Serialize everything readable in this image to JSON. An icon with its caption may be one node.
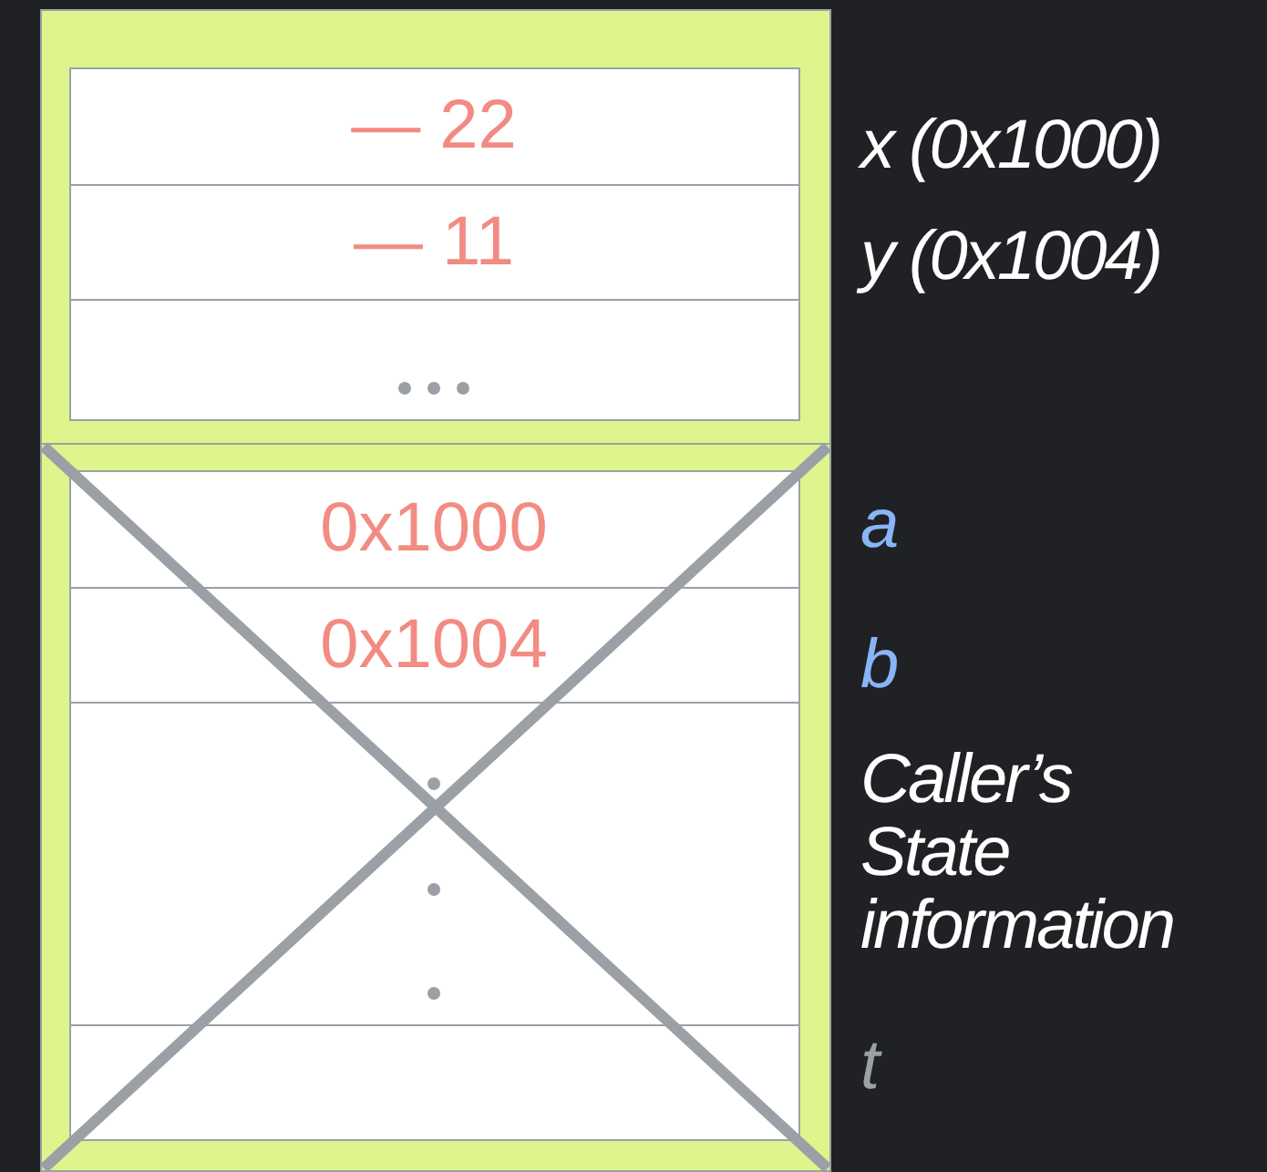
{
  "diagram": {
    "nodes": [
      {
        "text": [],
        "shape": "box"
      },
      {
        "text": [
          "— 22"
        ],
        "in": 0,
        "beside": [
          "x (0x1000)"
        ]
      },
      {
        "text": [
          "— 11"
        ],
        "in": 0,
        "beside": [
          "y (0x1004)"
        ]
      },
      {
        "text": [],
        "shape": "box",
        "in": 0
      },
      {
        "text": [],
        "shape": "box"
      },
      {
        "text": [
          "0x1000"
        ],
        "in": 4,
        "beside": [
          "a"
        ]
      },
      {
        "text": [
          "0x1004"
        ],
        "in": 4,
        "beside": [
          "b"
        ]
      },
      {
        "text": [],
        "shape": "box",
        "in": 4,
        "beside": [
          "Caller’s State information"
        ]
      },
      {
        "text": [],
        "shape": "box",
        "in": 4,
        "beside": [
          "t"
        ]
      }
    ]
  }
}
